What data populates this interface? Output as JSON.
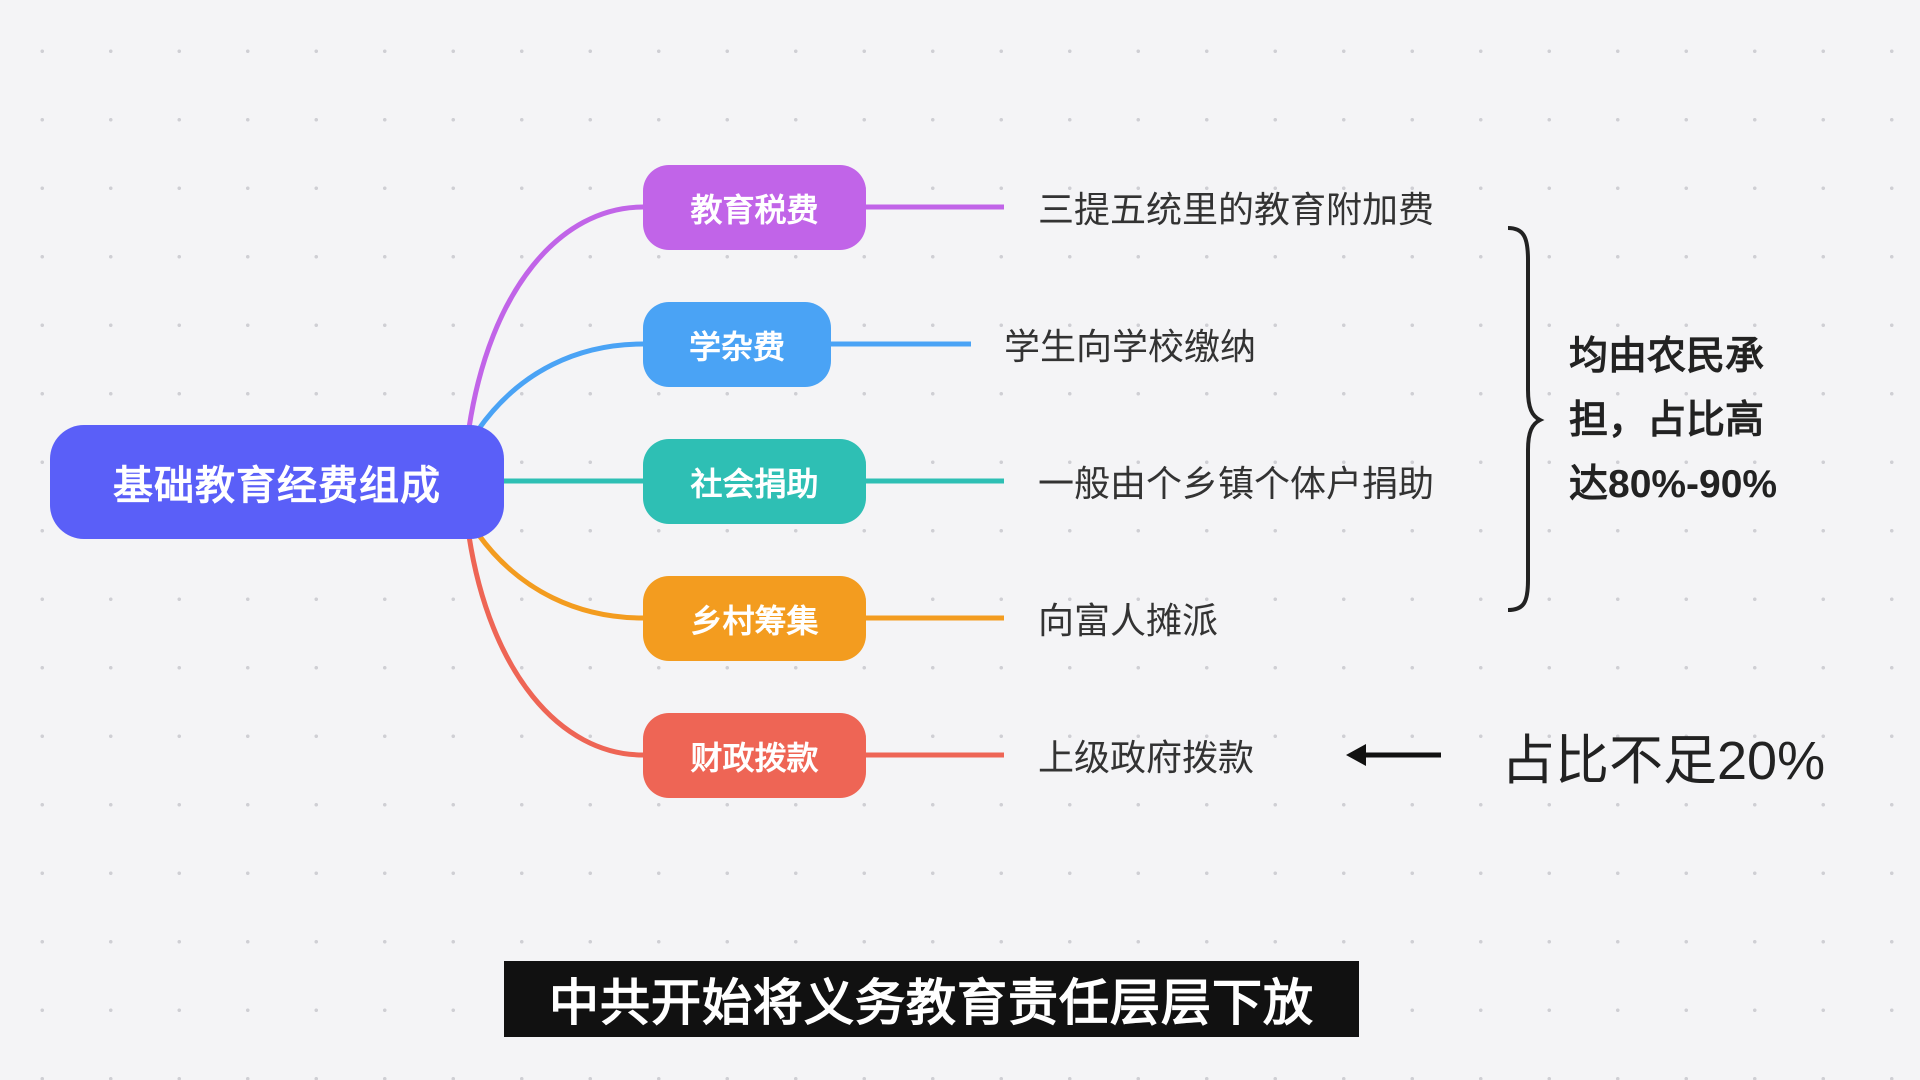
{
  "root": {
    "label": "基础教育经费组成",
    "color": "#5a5ff8"
  },
  "branches": [
    {
      "label": "教育税费",
      "detail": "三提五统里的教育附加费",
      "color": "#c164e8"
    },
    {
      "label": "学杂费",
      "detail": "学生向学校缴纳",
      "color": "#4aa3f5"
    },
    {
      "label": "社会捐助",
      "detail": "一般由个乡镇个体户捐助",
      "color": "#2ebfb4"
    },
    {
      "label": "乡村筹集",
      "detail": "向富人摊派",
      "color": "#f39c1f"
    },
    {
      "label": "财政拨款",
      "detail": "上级政府拨款",
      "color": "#ee6555"
    }
  ],
  "bracket_note": {
    "lines": [
      "均由农民承",
      "担，占比高",
      "达80%-90%"
    ]
  },
  "arrow_note": "占比不足20%",
  "subtitle": "中共开始将义务教育责任层层下放"
}
